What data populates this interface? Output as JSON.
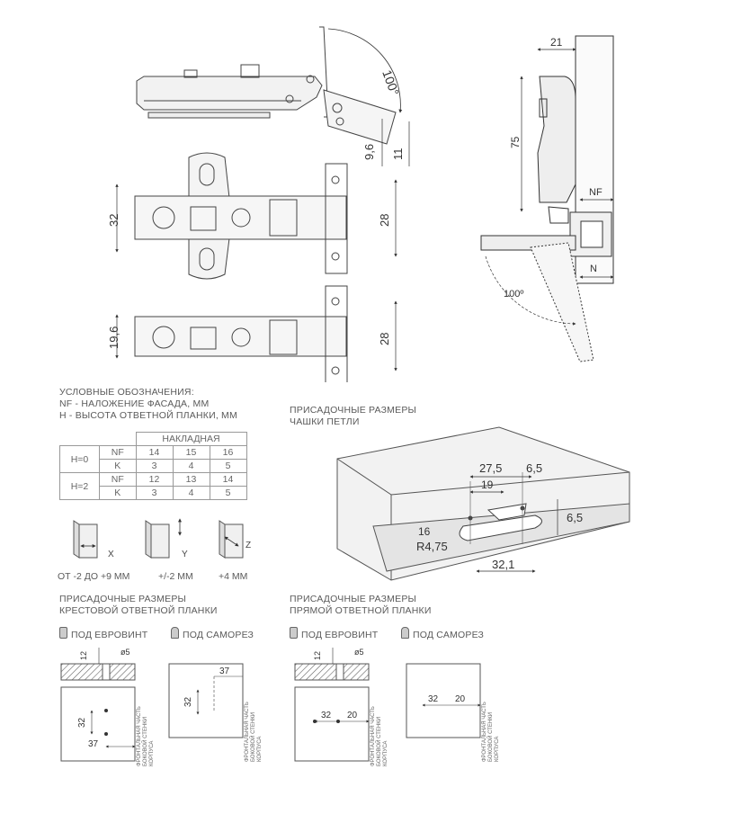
{
  "dims": {
    "top_100": "100°",
    "d96": "9,6",
    "d11": "11",
    "d32": "32",
    "d28a": "28",
    "d196": "19,6",
    "d28b": "28",
    "d21": "21",
    "d75": "75",
    "nf": "NF",
    "n": "N",
    "side_100": "100º"
  },
  "legend": {
    "line1": "УСЛОВНЫЕ ОБОЗНАЧЕНИЯ:",
    "line2": "NF - НАЛОЖЕНИЕ ФАСАДА, ММ",
    "line3": "H - ВЫСОТА ОТВЕТНОЙ ПЛАНКИ, ММ"
  },
  "table": {
    "header": "НАКЛАДНАЯ",
    "rows": [
      {
        "h": "H=0",
        "nf_label": "NF",
        "nf": [
          "14",
          "15",
          "16"
        ],
        "k_label": "K",
        "k": [
          "3",
          "4",
          "5"
        ]
      },
      {
        "h": "H=2",
        "nf_label": "NF",
        "nf": [
          "12",
          "13",
          "14"
        ],
        "k_label": "K",
        "k": [
          "3",
          "4",
          "5"
        ]
      }
    ]
  },
  "adjust": {
    "x_label": "X",
    "y_label": "Y",
    "z_label": "Z",
    "x_range": "ОТ -2 ДО +9 ММ",
    "y_range": "+/-2 ММ",
    "z_range": "+4 ММ"
  },
  "cup": {
    "title1": "ПРИСАДОЧНЫЕ РАЗМЕРЫ",
    "title2": "ЧАШКИ ПЕТЛИ",
    "d275": "27,5",
    "d65a": "6,5",
    "d19": "19",
    "d16": "16",
    "r475": "R4,75",
    "d65b": "6,5",
    "d321": "32,1"
  },
  "cross": {
    "title1": "ПРИСАДОЧНЫЕ РАЗМЕРЫ",
    "title2": "КРЕСТОВОЙ ОТВЕТНОЙ ПЛАНКИ",
    "euro": "ПОД ЕВРОВИНТ",
    "self": "ПОД САМОРЕЗ",
    "d12": "12",
    "d5": "ø5",
    "d32a": "32",
    "d37a": "37",
    "d37b": "37",
    "d32b": "32",
    "wall": [
      "ФРОНТАЛЬНАЯ ЧАСТЬ",
      "БОКОВОЙ СТЕНКИ",
      "КОРПУСА"
    ]
  },
  "straight": {
    "title1": "ПРИСАДОЧНЫЕ РАЗМЕРЫ",
    "title2": "ПРЯМОЙ ОТВЕТНОЙ ПЛАНКИ",
    "euro": "ПОД ЕВРОВИНТ",
    "self": "ПОД САМОРЕЗ",
    "d12": "12",
    "d5": "ø5",
    "d32a": "32",
    "d20a": "20",
    "d32b": "32",
    "d20b": "20",
    "wall": [
      "ФРОНТАЛЬНАЯ ЧАСТЬ",
      "БОКОВОЙ СТЕНКИ",
      "КОРПУСА"
    ]
  }
}
